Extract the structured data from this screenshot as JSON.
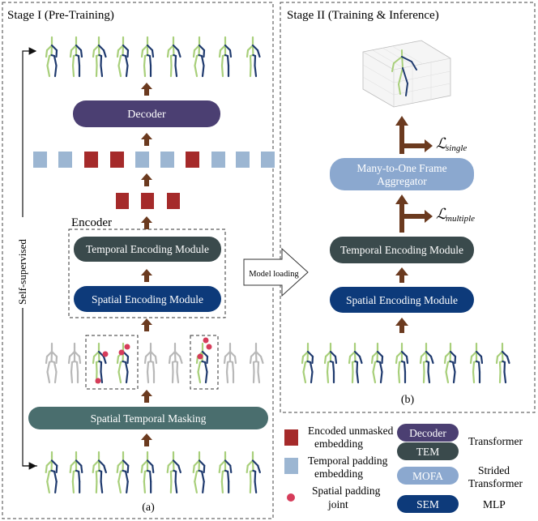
{
  "stage1": {
    "title": "Stage I (Pre-Training)",
    "decoder": "Decoder",
    "encoder_label": "Encoder",
    "tem": "Temporal Encoding Module",
    "sem": "Spatial Encoding Module",
    "masking": "Spatial Temporal Masking",
    "side_label": "Self-supervised",
    "caption": "(a)",
    "token_sequence": [
      "pad",
      "pad",
      "enc",
      "enc",
      "pad",
      "pad",
      "enc",
      "pad",
      "pad",
      "pad"
    ]
  },
  "stage2": {
    "title": "Stage II (Training & Inference)",
    "mofa_line1": "Many-to-One Frame",
    "mofa_line2": "Aggregator",
    "tem": "Temporal Encoding Module",
    "sem": "Spatial Encoding Module",
    "loss_single_main": "ℒ",
    "loss_single_sub": "single",
    "loss_multiple_main": "ℒ",
    "loss_multiple_sub": "multiple",
    "caption": "(b)"
  },
  "transfer_label": "Model loading",
  "legend": {
    "encoded_line1": "Encoded unmasked",
    "encoded_line2": "embedding",
    "padding_line1": "Temporal padding",
    "padding_line2": "embedding",
    "joint_line1": "Spatial padding",
    "joint_line2": "joint",
    "decoder": "Decoder",
    "tem": "TEM",
    "mofa": "MOFA",
    "sem": "SEM",
    "transformer": "Transformer",
    "strided_line1": "Strided",
    "strided_line2": "Transformer",
    "mlp": "MLP"
  },
  "colors": {
    "decoder": "#4b3f72",
    "tem": "#3a4a4c",
    "sem": "#0d3a7a",
    "masking": "#4a6e6e",
    "mofa": "#8ba8cf",
    "encoded_token": "#a52a2a",
    "padding_token": "#9cb6d2",
    "arrow": "#6b3a1f",
    "joint": "#d63c5a",
    "skeleton_green": "#a8cf7a",
    "skeleton_blue": "#1f3a6e",
    "skeleton_gray": "#b8b8b8"
  }
}
